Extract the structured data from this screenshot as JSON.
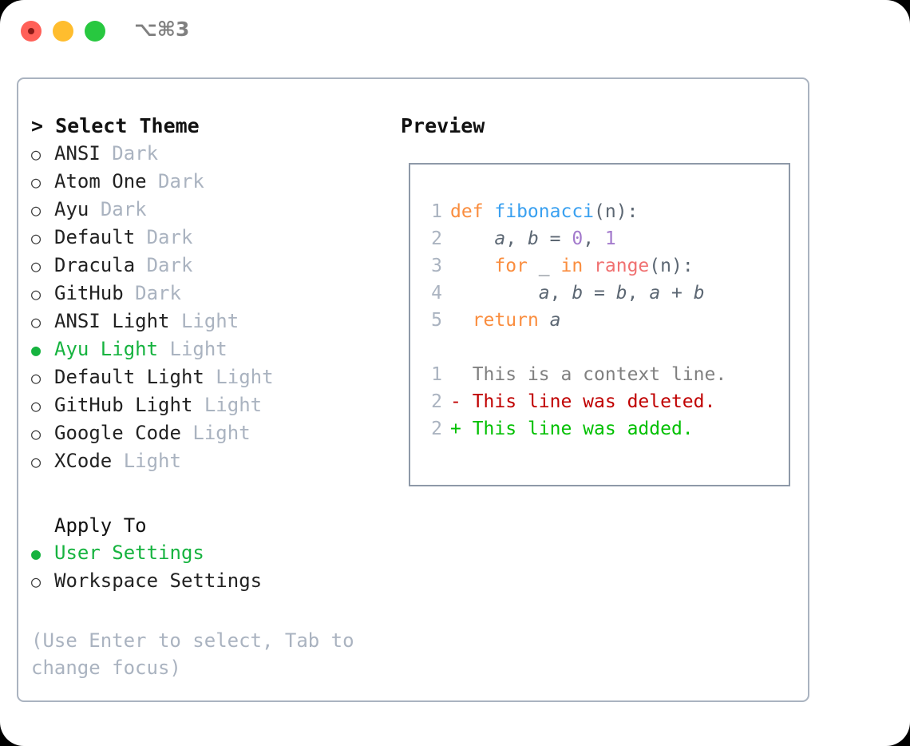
{
  "window": {
    "traffic_lights": [
      "close",
      "minimize",
      "maximize"
    ],
    "shortcut_label": "⌥⌘3",
    "colors": {
      "close": "#ff6058",
      "minimize": "#ffbd2e",
      "maximize": "#28c840",
      "accent_green": "#16b33f",
      "muted": "#aab3c0",
      "border": "#8e99a8"
    }
  },
  "theme_picker": {
    "header": "> Select Theme",
    "items": [
      {
        "marker": "○",
        "name": "ANSI",
        "suffix": "Dark",
        "selected": false
      },
      {
        "marker": "○",
        "name": "Atom One",
        "suffix": "Dark",
        "selected": false
      },
      {
        "marker": "○",
        "name": "Ayu",
        "suffix": "Dark",
        "selected": false
      },
      {
        "marker": "○",
        "name": "Default",
        "suffix": "Dark",
        "selected": false
      },
      {
        "marker": "○",
        "name": "Dracula",
        "suffix": "Dark",
        "selected": false
      },
      {
        "marker": "○",
        "name": "GitHub",
        "suffix": "Dark",
        "selected": false
      },
      {
        "marker": "○",
        "name": "ANSI Light",
        "suffix": "Light",
        "selected": false
      },
      {
        "marker": "●",
        "name": "Ayu Light",
        "suffix": "Light",
        "selected": true
      },
      {
        "marker": "○",
        "name": "Default Light",
        "suffix": "Light",
        "selected": false
      },
      {
        "marker": "○",
        "name": "GitHub Light",
        "suffix": "Light",
        "selected": false
      },
      {
        "marker": "○",
        "name": "Google Code",
        "suffix": "Light",
        "selected": false
      },
      {
        "marker": "○",
        "name": "XCode",
        "suffix": "Light",
        "selected": false
      }
    ]
  },
  "apply_to": {
    "header": "Apply To",
    "items": [
      {
        "marker": "●",
        "name": "User Settings",
        "selected": true
      },
      {
        "marker": "○",
        "name": "Workspace Settings",
        "selected": false
      }
    ]
  },
  "hint": "(Use Enter to select, Tab to change focus)",
  "preview": {
    "header": "Preview",
    "code_lines": [
      {
        "number": "1",
        "tokens": [
          {
            "text": "def ",
            "cls": "kw"
          },
          {
            "text": "fibonacci",
            "cls": "fn"
          },
          {
            "text": "(n):",
            "cls": "punc"
          }
        ]
      },
      {
        "number": "2",
        "tokens": [
          {
            "text": "    ",
            "cls": "plain"
          },
          {
            "text": "a",
            "cls": "var"
          },
          {
            "text": ", ",
            "cls": "punc"
          },
          {
            "text": "b",
            "cls": "var"
          },
          {
            "text": " = ",
            "cls": "punc"
          },
          {
            "text": "0",
            "cls": "num"
          },
          {
            "text": ", ",
            "cls": "punc"
          },
          {
            "text": "1",
            "cls": "num"
          }
        ]
      },
      {
        "number": "3",
        "tokens": [
          {
            "text": "    ",
            "cls": "plain"
          },
          {
            "text": "for",
            "cls": "kw"
          },
          {
            "text": " _ ",
            "cls": "punc"
          },
          {
            "text": "in",
            "cls": "kw"
          },
          {
            "text": " ",
            "cls": "punc"
          },
          {
            "text": "range",
            "cls": "bi"
          },
          {
            "text": "(n):",
            "cls": "punc"
          }
        ]
      },
      {
        "number": "4",
        "tokens": [
          {
            "text": "        ",
            "cls": "plain"
          },
          {
            "text": "a",
            "cls": "var"
          },
          {
            "text": ", ",
            "cls": "punc"
          },
          {
            "text": "b",
            "cls": "var"
          },
          {
            "text": " = ",
            "cls": "punc"
          },
          {
            "text": "b",
            "cls": "var"
          },
          {
            "text": ", ",
            "cls": "punc"
          },
          {
            "text": "a",
            "cls": "var"
          },
          {
            "text": " + ",
            "cls": "punc"
          },
          {
            "text": "b",
            "cls": "var"
          }
        ]
      },
      {
        "number": "5",
        "tokens": [
          {
            "text": "  ",
            "cls": "plain"
          },
          {
            "text": "return",
            "cls": "kw"
          },
          {
            "text": " ",
            "cls": "punc"
          },
          {
            "text": "a",
            "cls": "var"
          }
        ]
      }
    ],
    "diff_lines": [
      {
        "number": "1",
        "sign": "  ",
        "text": "This is a context line.",
        "kind": "ctx"
      },
      {
        "number": "2",
        "sign": "- ",
        "text": "This line was deleted.",
        "kind": "del"
      },
      {
        "number": "2",
        "sign": "+ ",
        "text": "This line was added.",
        "kind": "add"
      }
    ]
  }
}
